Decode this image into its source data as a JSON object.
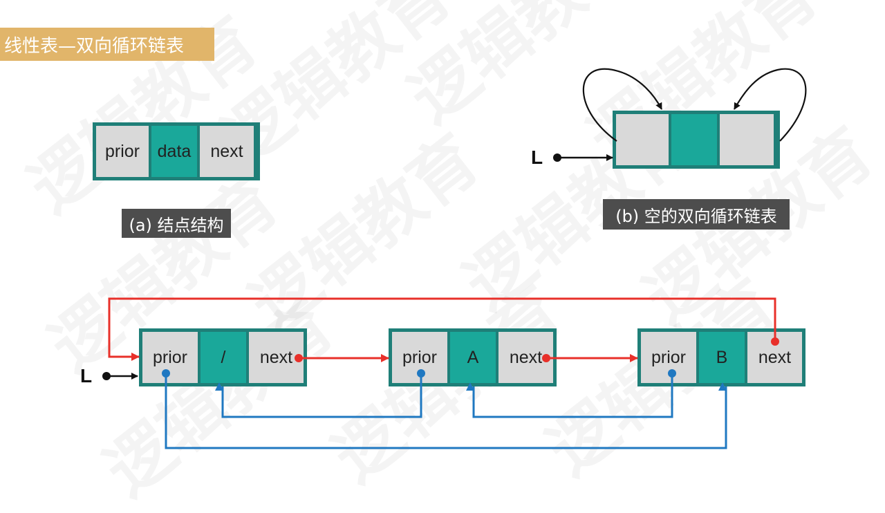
{
  "watermark": "逻辑教育",
  "title": "线性表—双向循环链表",
  "node_struct": {
    "prior": "prior",
    "data": "data",
    "next": "next",
    "caption": "(a) 结点结构"
  },
  "empty_list": {
    "pointer_label": "L",
    "caption": "(b) 空的双向循环链表"
  },
  "list": {
    "pointer_label": "L",
    "nodes": [
      {
        "prior": "prior",
        "data": "/",
        "next": "next"
      },
      {
        "prior": "prior",
        "data": "A",
        "next": "next"
      },
      {
        "prior": "prior",
        "data": "B",
        "next": "next"
      }
    ]
  },
  "colors": {
    "node_border": "#1f7f78",
    "data_cell": "#1aa89a",
    "pointer_cell": "#d9d9d9",
    "next_arrow": "#e8302a",
    "prior_arrow": "#1f78c1",
    "banner": "#e1b56a",
    "caption_bg": "#4d4d4d"
  }
}
